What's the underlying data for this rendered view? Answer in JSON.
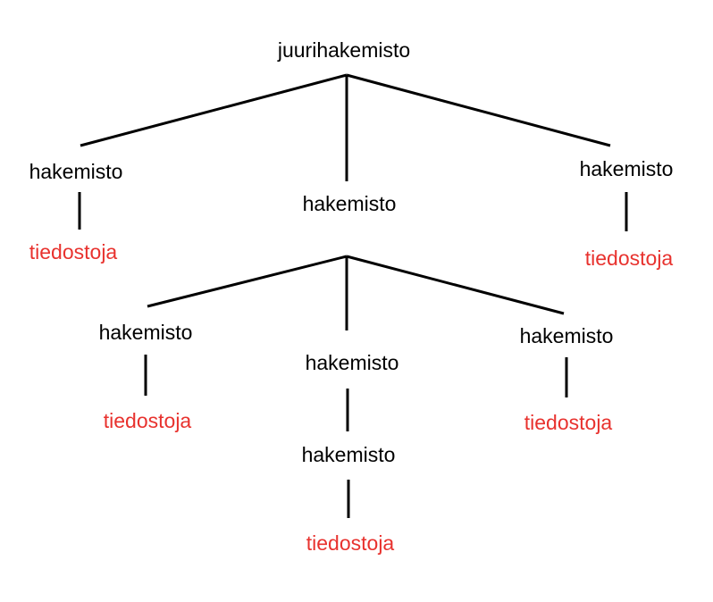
{
  "colors": {
    "directory_text": "#000000",
    "files_text": "#e8322e",
    "connector": "#000000"
  },
  "tree": {
    "root": "juurihakemisto",
    "level1": [
      {
        "label": "hakemisto",
        "child": "tiedostoja"
      },
      {
        "label": "hakemisto"
      },
      {
        "label": "hakemisto",
        "child": "tiedostoja"
      }
    ],
    "level2": [
      {
        "label": "hakemisto",
        "child": "tiedostoja"
      },
      {
        "label": "hakemisto",
        "child": "hakemisto",
        "grandchild": "tiedostoja"
      },
      {
        "label": "hakemisto",
        "child": "tiedostoja"
      }
    ]
  }
}
